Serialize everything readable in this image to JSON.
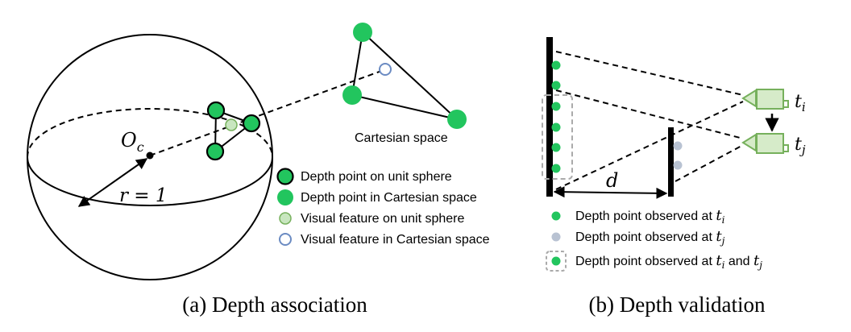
{
  "panel_a": {
    "caption": "(a) Depth association",
    "label_center": "O",
    "label_center_sub": "c",
    "label_radius": "r = 1",
    "label_cartesian": "Cartesian space",
    "legend": [
      {
        "text": "Depth point on unit sphere"
      },
      {
        "text": "Depth point in Cartesian space"
      },
      {
        "text": "Visual feature on unit sphere"
      },
      {
        "text": "Visual feature in Cartesian space"
      }
    ]
  },
  "panel_b": {
    "caption": "(b) Depth validation",
    "label_distance": "d",
    "label_ti": "t",
    "label_ti_sub": "i",
    "label_tj": "t",
    "label_tj_sub": "j",
    "legend": [
      {
        "text": "Depth point observed at ",
        "t1": "t",
        "s1": "i"
      },
      {
        "text": "Depth point observed at ",
        "t1": "t",
        "s1": "j"
      },
      {
        "text": "Depth point observed at ",
        "t1": "t",
        "s1": "i",
        "mid": " and ",
        "t2": "t",
        "s2": "j"
      }
    ]
  },
  "colors": {
    "green": "#22c55e",
    "pale_green": "#c8e6bf",
    "camera_green": "#d6ebc9",
    "camera_stroke": "#76b05c",
    "gray_point": "#b8c2d2",
    "blue_ring": "#6b8bc2"
  }
}
